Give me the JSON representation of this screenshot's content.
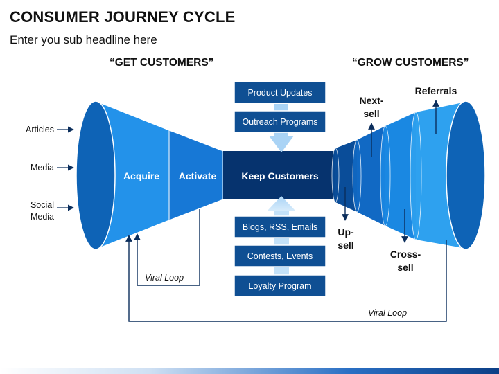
{
  "header": {
    "title": "CONSUMER JOURNEY CYCLE",
    "subtitle": "Enter you sub headline here"
  },
  "sections": {
    "left": "“GET CUSTOMERS”",
    "right": "“GROW CUSTOMERS”"
  },
  "inputs": {
    "articles": "Articles",
    "media": "Media",
    "social_line1": "Social",
    "social_line2": "Media"
  },
  "funnel": {
    "acquire": "Acquire",
    "activate": "Activate",
    "keep": "Keep Customers"
  },
  "top_boxes": [
    "Product Updates",
    "Outreach Programs"
  ],
  "bottom_boxes": [
    "Blogs, RSS, Emails",
    "Contests, Events",
    "Loyalty Program"
  ],
  "grow": {
    "next_line1": "Next-",
    "next_line2": "sell",
    "referrals": "Referrals",
    "up_line1": "Up-",
    "up_line2": "sell",
    "cross_line1": "Cross-",
    "cross_line2": "sell"
  },
  "loops": {
    "inner": "Viral Loop",
    "outer": "Viral Loop"
  },
  "colors": {
    "box_fill": "#0f4f93",
    "acquire": "#1f8fe8",
    "activate": "#1879d8",
    "neck": "#06336e",
    "dark_text": "#111111"
  }
}
